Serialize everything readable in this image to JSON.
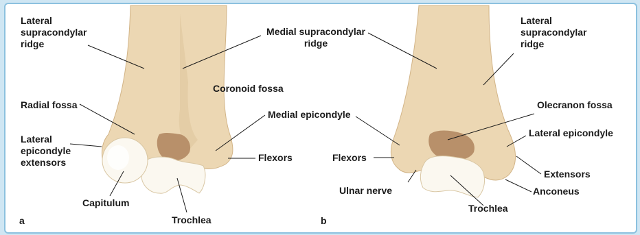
{
  "colors": {
    "background": "#cfe6f3",
    "panel": "#ffffff",
    "border": "#8cc1df",
    "bone": "#ecd7b3",
    "bone_shade": "#d9bd8f",
    "cartilage": "#fbf8f0",
    "fossa": "#b8906a"
  },
  "panel_a": {
    "letter": "a",
    "labels": {
      "lateral_supracondylar_ridge": "Lateral\nsupracondylar\nridge",
      "medial_supracondylar_ridge": "Medial supracondylar\nridge",
      "coronoid_fossa": "Coronoid fossa",
      "radial_fossa": "Radial fossa",
      "medial_epicondyle": "Medial epicondyle",
      "lateral_epicondyle_extensors": "Lateral\nepicondyle\nextensors",
      "flexors": "Flexors",
      "capitulum": "Capitulum",
      "trochlea": "Trochlea"
    }
  },
  "panel_b": {
    "letter": "b",
    "labels": {
      "lateral_supracondylar_ridge": "Lateral\nsupracondylar\nridge",
      "olecranon_fossa": "Olecranon fossa",
      "lateral_epicondyle": "Lateral epicondyle",
      "flexors": "Flexors",
      "ulnar_nerve": "Ulnar nerve",
      "extensors": "Extensors",
      "anconeus": "Anconeus",
      "trochlea": "Trochlea"
    }
  }
}
